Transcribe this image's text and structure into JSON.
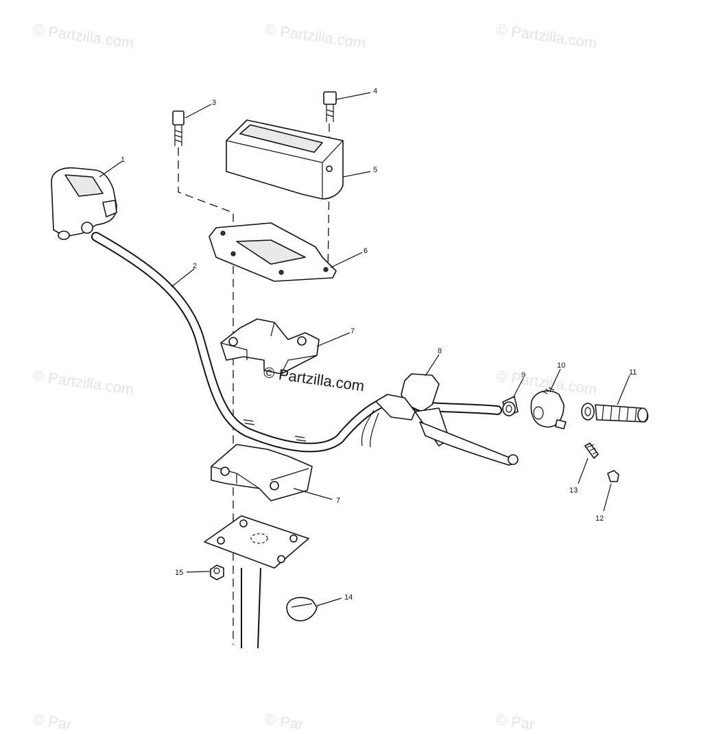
{
  "watermark": {
    "text": "© Partzilla.com",
    "partial_text": "© Par"
  },
  "callouts": [
    {
      "id": "c1",
      "label": "1"
    },
    {
      "id": "c2",
      "label": "2"
    },
    {
      "id": "c3",
      "label": "3"
    },
    {
      "id": "c4",
      "label": "4"
    },
    {
      "id": "c5",
      "label": "5"
    },
    {
      "id": "c6",
      "label": "6"
    },
    {
      "id": "c7a",
      "label": "7"
    },
    {
      "id": "c7b",
      "label": "7"
    },
    {
      "id": "c8",
      "label": "8"
    },
    {
      "id": "c9",
      "label": "9"
    },
    {
      "id": "c10",
      "label": "10"
    },
    {
      "id": "c11",
      "label": "11"
    },
    {
      "id": "c12",
      "label": "12"
    },
    {
      "id": "c13",
      "label": "13"
    },
    {
      "id": "c14",
      "label": "14"
    },
    {
      "id": "c15",
      "label": "15"
    }
  ],
  "colors": {
    "line": "#111111",
    "watermark": "#e3e3e3",
    "background": "#ffffff"
  }
}
